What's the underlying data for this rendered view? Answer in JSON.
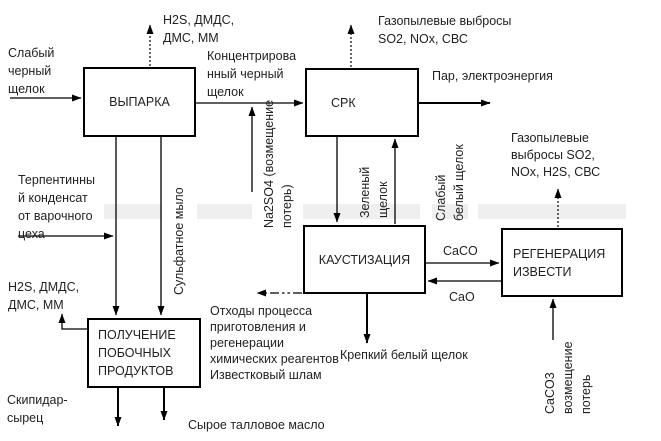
{
  "diagram": {
    "type": "process-flow-diagram",
    "language": "ru",
    "colors": {
      "stroke": "#000000",
      "text": "#1f1f1f",
      "box_fill": "#ffffff",
      "box_border": "#000000",
      "highlight_band": "#efefef"
    },
    "boxes": {
      "vyparka": "ВЫПАРКА",
      "srk": "СРК",
      "kaustizaciya": "КАУСТИЗАЦИЯ",
      "regeneraciya": "РЕГЕНЕРАЦИЯ\nИЗВЕСТИ",
      "poluchenie": "ПОЛУЧЕНИЕ\nПОБОЧНЫХ\nПРОДУКТОВ"
    },
    "labels": {
      "weak_black_liquor": "Слабый\nчерный\nщелок",
      "h2s_top": "H2S, ДМДС,\nДМС, ММ",
      "conc_black_liquor": "Концентрирова\nнный черный\nщелок",
      "emissions_srk": "Газопылевые выбросы\nSO2, NOx, СВС",
      "steam_power": "Пар, электроэнергия",
      "emissions_lime": "Газопылевые\nвыбросы SO2,\nNOx, H2S, СВС",
      "turpentine_condensate": "Терпентинны\nй конденсат\nот варочного\nцеха",
      "na2so4_makeup": "Na2SO4 (возмещение\nпотерь)",
      "sulfate_soap": "Сульфатное мыло",
      "green_liquor": "Зеленый\nщелок",
      "weak_white_liquor": "Слабый\nбелый щелок",
      "h2s_bottom": "H2S, ДМДС,\nДМС, ММ",
      "process_waste": "Отходы процесса\nприготовления и\nрегенерации\nхимических реагентов\nИзвестковый шлам",
      "caco": "CaCO",
      "cao": "CaO",
      "strong_white_liquor": "Крепкий белый щелок",
      "raw_turpentine": "Скипидар-\nсырец",
      "crude_tall_oil": "Сырое талловое масло",
      "caco3_makeup": "CaCO3\nвозмещение\nпотерь"
    }
  }
}
